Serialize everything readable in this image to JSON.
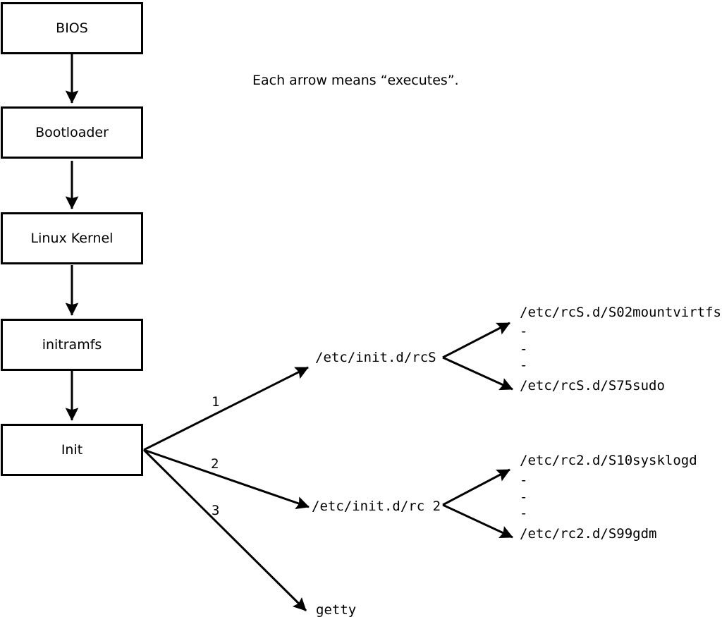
{
  "diagram": {
    "note": "Each arrow means “executes”.",
    "boxes": [
      {
        "label": "BIOS"
      },
      {
        "label": "Bootloader"
      },
      {
        "label": "Linux Kernel"
      },
      {
        "label": "initramfs"
      },
      {
        "label": "Init"
      }
    ],
    "branches": [
      {
        "number": "1",
        "target": "/etc/init.d/rcS"
      },
      {
        "number": "2",
        "target": "/etc/init.d/rc 2"
      },
      {
        "number": "3",
        "target": "getty"
      }
    ],
    "rcS_entries": [
      "/etc/rcS.d/S02mountvirtfs",
      "-",
      "-",
      "-",
      "/etc/rcS.d/S75sudo"
    ],
    "rc2_entries": [
      "/etc/rc2.d/S10sysklogd",
      "-",
      "-",
      "-",
      "/etc/rc2.d/S99gdm"
    ],
    "colors": {
      "ink": "#000000",
      "background": "#ffffff"
    }
  }
}
